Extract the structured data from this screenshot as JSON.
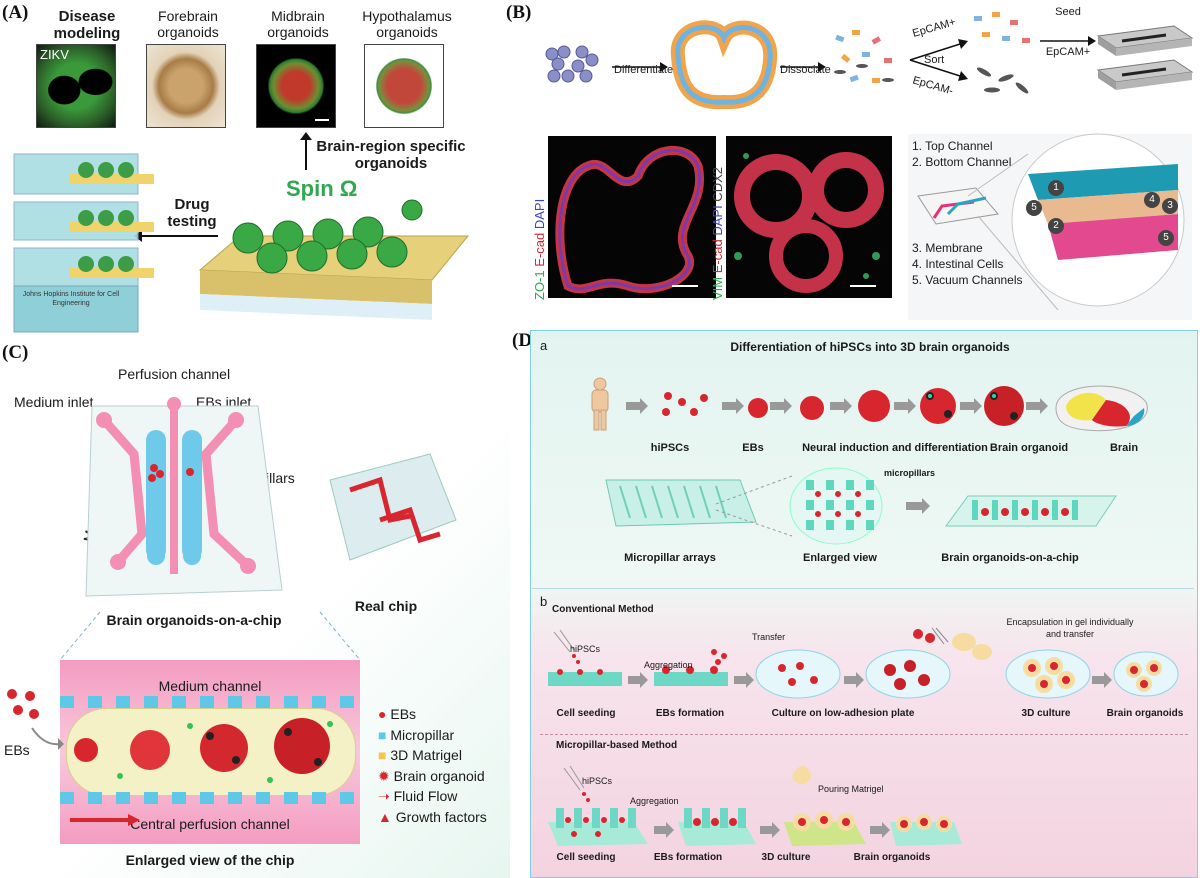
{
  "colors": {
    "spin_green": "#2fa84f",
    "cyan": "#4fc1e9",
    "pink": "#ec5aa8",
    "panel_d_border": "#7fd3e6",
    "panel_d_top_bg": "#dff3ef",
    "panel_d_bottom_bg": "#f6dbe6",
    "organoid_red": "#d8262e",
    "matrigel_yellow": "#f3c64c"
  },
  "panel_a": {
    "label": "(A)",
    "micro_titles": [
      "Disease modeling",
      "Forebrain organoids",
      "Midbrain organoids",
      "Hypothalamus organoids"
    ],
    "zikv": "ZIKV",
    "spin": "Spin Ω",
    "drug_testing": "Drug testing",
    "brain_region": "Brain-region specific organoids",
    "bioreactor_text": "Johns Hopkins Institute for Cell Engineering"
  },
  "panel_b": {
    "label": "(B)",
    "differentiate": "Differentiate",
    "dissociate": "Dissociate",
    "epcam_pos": "EpCAM+",
    "sort": "Sort",
    "epcam_neg": "EpCAM-",
    "seed": "Seed",
    "seed_epcam": "EpCAM+",
    "stain1": [
      "ZO-1",
      "E-cad",
      "DAPI"
    ],
    "stain2": [
      "VIM",
      "E-cad",
      "DAPI",
      "CDX2"
    ],
    "legend_top": [
      "1. Top Channel",
      "2. Bottom Channel"
    ],
    "legend_bottom": [
      "3. Membrane",
      "4. Intestinal Cells",
      "5. Vacuum Channels"
    ],
    "markers": [
      "1",
      "2",
      "3",
      "4",
      "5",
      "5"
    ]
  },
  "panel_c": {
    "label": "(C)",
    "perfusion_channel": "Perfusion channel",
    "medium_inlet": "Medium inlet",
    "ebs_inlet": "EBs inlet",
    "medium_channel_side": "Medium channel",
    "micropillars": "Micropillars",
    "chip_title": "Brain organoids-on-a-chip",
    "real_chip": "Real chip",
    "ebs_left": "EBs",
    "enlarged_medium_channel": "Medium channel",
    "central_perfusion": "Central perfusion channel",
    "enlarged_title": "Enlarged  view of the chip",
    "legend": [
      "EBs",
      "Micropillar",
      "3D Matrigel",
      "Brain organoid",
      "Fluid Flow",
      "Growth factors"
    ]
  },
  "panel_d": {
    "label": "(D)",
    "a_tag": "a",
    "a_title": "Differentiation of hiPSCs into 3D brain organoids",
    "steps": [
      "hiPSCs",
      "EBs",
      "Neural induction and differentiation",
      "Brain organoid",
      "Brain"
    ],
    "micropillars": "micropillars",
    "row2": [
      "Micropillar arrays",
      "Enlarged view",
      "Brain organoids-on-a-chip"
    ],
    "b_tag": "b",
    "conventional": "Conventional Method",
    "conv_hipscs": "hiPSCs",
    "conv_aggregation": "Aggregation",
    "conv_transfer": "Transfer",
    "conv_encapsulation": "Encapsulation in gel individually and transfer",
    "conv_steps": [
      "Cell seeding",
      "EBs formation",
      "Culture on low-adhesion plate",
      "3D culture",
      "Brain organoids"
    ],
    "micropillar_method": "Micropillar-based Method",
    "mp_hipscs": "hiPSCs",
    "mp_aggregation": "Aggregation",
    "mp_pouring": "Pouring Matrigel",
    "mp_steps": [
      "Cell seeding",
      "EBs formation",
      "3D culture",
      "Brain organoids"
    ]
  }
}
